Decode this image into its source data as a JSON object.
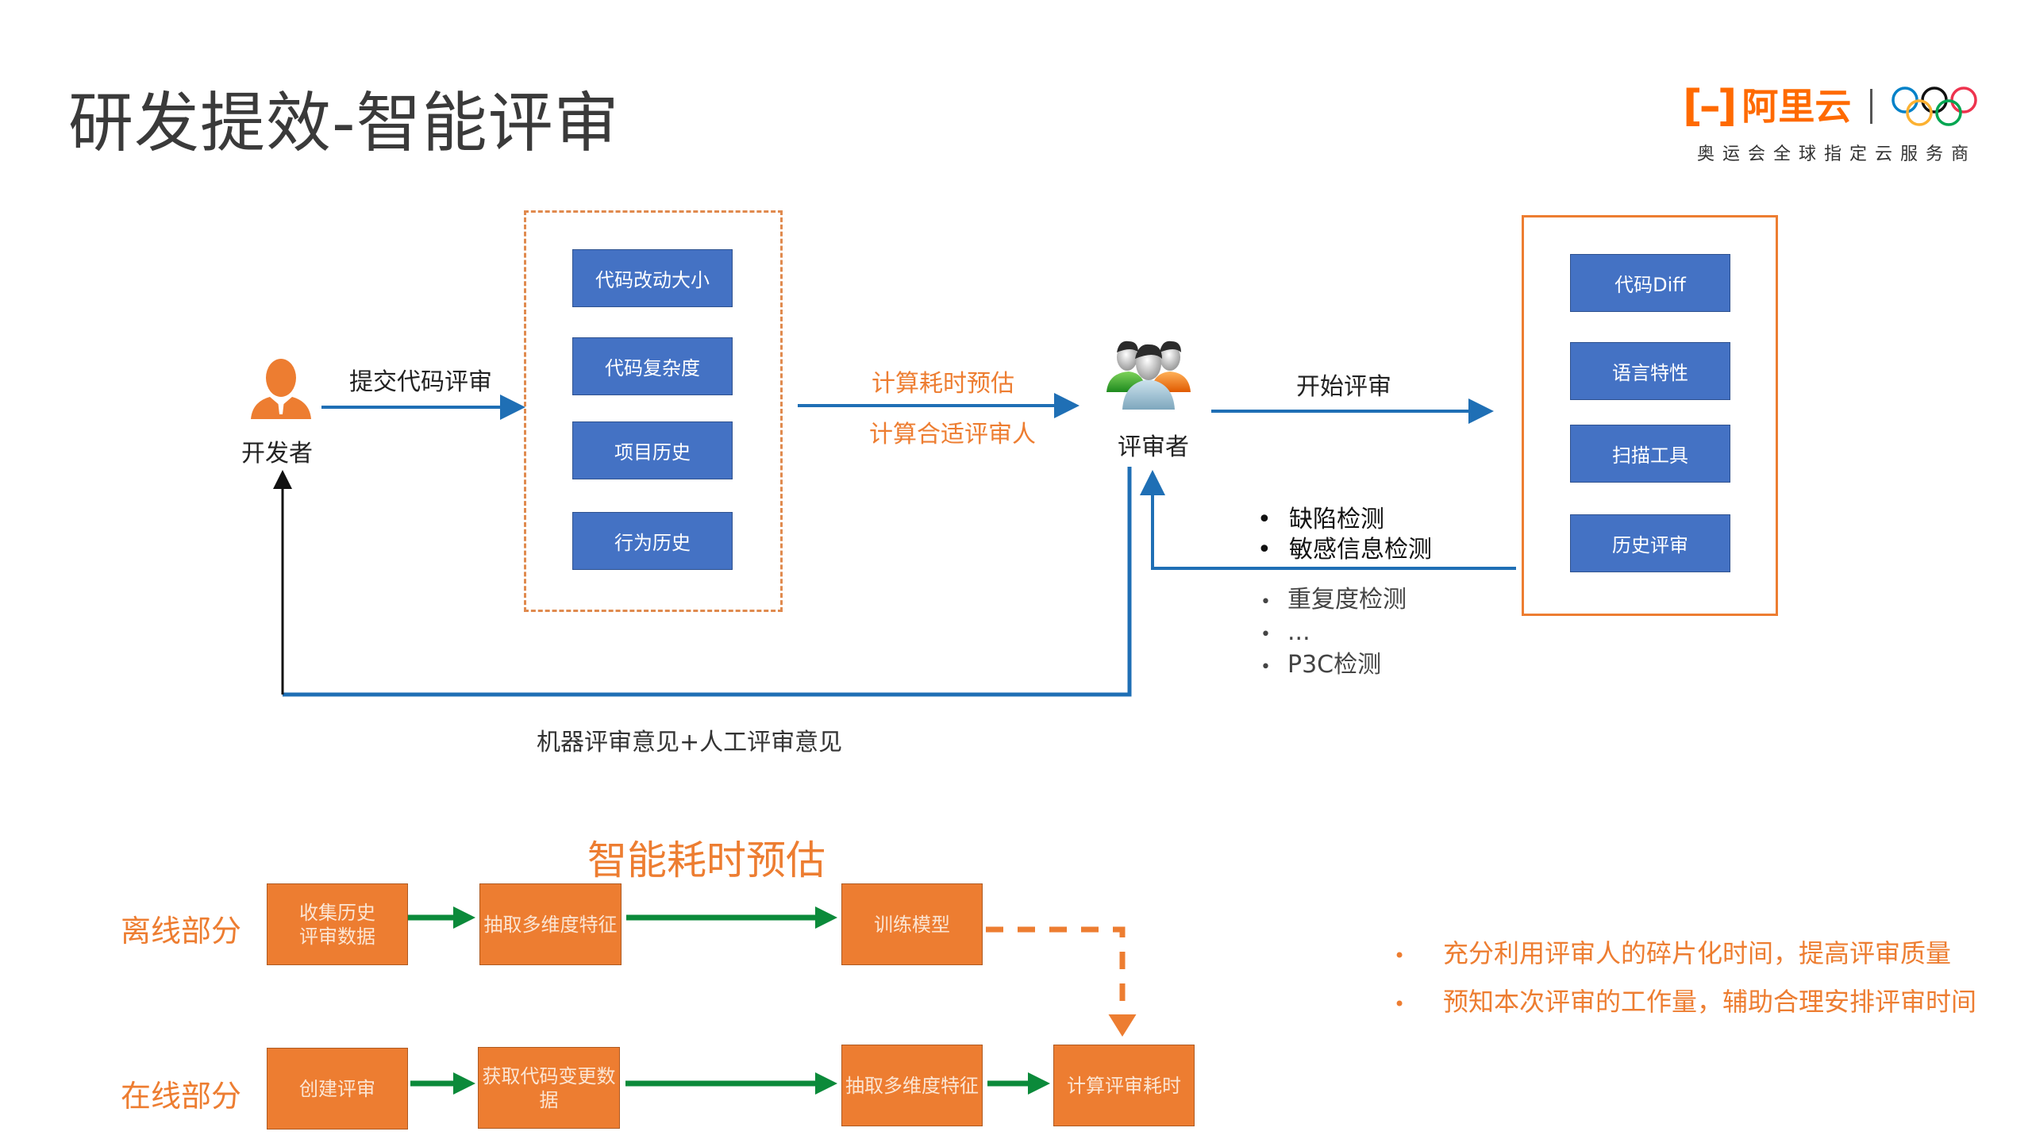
{
  "title": "研发提效-智能评审",
  "logo": {
    "brand": "阿里云",
    "bracket_left": "[",
    "bracket_right": "]",
    "subtitle": "奥运会全球指定云服务商",
    "rings_colors": [
      "#0081c8",
      "#000000",
      "#ee334e",
      "#fcb131",
      "#00a651"
    ]
  },
  "colors": {
    "blue_box": "#4472c4",
    "orange_box": "#ed7d31",
    "flow_blue": "#1f6fb5",
    "flow_green": "#0b8a3a",
    "accent_orange": "#ed7d31"
  },
  "review_flow": {
    "developer": {
      "icon": "person-icon",
      "label": "开发者"
    },
    "submit_label": "提交代码评审",
    "factor_boxes": [
      "代码改动大小",
      "代码复杂度",
      "项目历史",
      "行为历史"
    ],
    "compute_labels": [
      "计算耗时预估",
      "计算合适评审人"
    ],
    "reviewer": {
      "icon": "group-icon",
      "label": "评审者"
    },
    "start_label": "开始评审",
    "review_inputs": [
      "代码Diff",
      "语言特性",
      "扫描工具",
      "历史评审"
    ],
    "machine_checks_primary": [
      "缺陷检测",
      "敏感信息检测"
    ],
    "machine_checks_secondary": [
      "重复度检测",
      "...",
      "P3C检测"
    ],
    "feedback_label": "机器评审意见+人工评审意见"
  },
  "estimation": {
    "title": "智能耗时预估",
    "offline": {
      "label": "离线部分",
      "steps": [
        "收集历史\n评审数据",
        "抽取多维度特征",
        "训练模型"
      ]
    },
    "online": {
      "label": "在线部分",
      "steps": [
        "创建评审",
        "获取代码变更数据",
        "抽取多维度特征",
        "计算评审耗时"
      ]
    },
    "benefits": [
      "充分利用评审人的碎片化时间，提高评审质量",
      "预知本次评审的工作量，辅助合理安排评审时间"
    ],
    "bullet": "•"
  }
}
